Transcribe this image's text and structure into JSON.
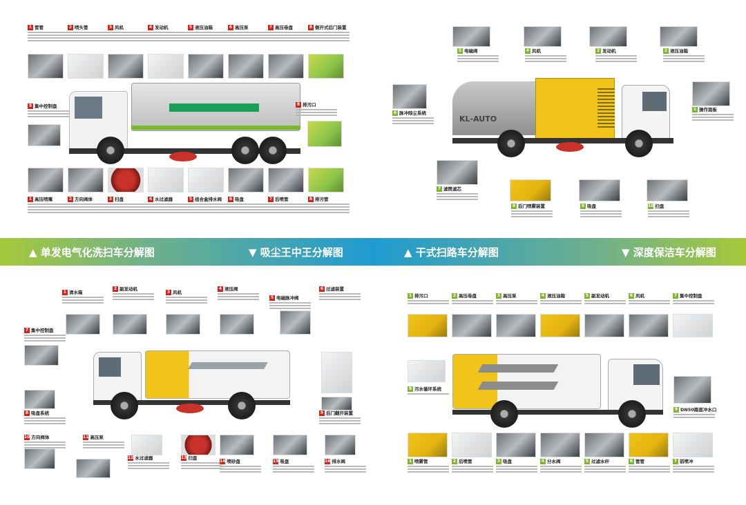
{
  "banner": {
    "items": [
      {
        "arrow": "▲",
        "label": "单发电气化洗扫车分解图"
      },
      {
        "arrow": "▼",
        "label": "吸尘王中王分解图"
      },
      {
        "arrow": "▲",
        "label": "干式扫路车分解图"
      },
      {
        "arrow": "▼",
        "label": "深度保洁车分解图"
      }
    ]
  },
  "colors": {
    "accent_red": "#d3241c",
    "accent_green": "#7cb82f",
    "banner_blue": "#1f9bd1",
    "banner_green": "#a6c93a"
  },
  "washer_sweeper": {
    "top_cards": [
      {
        "n": "1",
        "title": "管管"
      },
      {
        "n": "2",
        "title": "喷头管"
      },
      {
        "n": "3",
        "title": "风机"
      },
      {
        "n": "4",
        "title": "发动机"
      },
      {
        "n": "5",
        "title": "液压油箱"
      },
      {
        "n": "6",
        "title": "高压泵"
      },
      {
        "n": "7",
        "title": "高压卷盘"
      },
      {
        "n": "8",
        "title": "侧开式后门装置"
      }
    ],
    "side_cards": [
      {
        "n": "9",
        "title": "集中控制盘"
      },
      {
        "n": "8",
        "title": "排污口"
      }
    ],
    "bottom_cards": [
      {
        "n": "1",
        "title": "高压喷嘴"
      },
      {
        "n": "2",
        "title": "方向阀体"
      },
      {
        "n": "3",
        "title": "扫盘"
      },
      {
        "n": "4",
        "title": "水过滤器"
      },
      {
        "n": "5",
        "title": "组合盒排水阀"
      },
      {
        "n": "6",
        "title": "吸盘"
      },
      {
        "n": "7",
        "title": "后喷管"
      },
      {
        "n": "8",
        "title": "排污管"
      }
    ]
  },
  "dry_sweeper": {
    "cards": [
      {
        "n": "5",
        "title": "电磁阀"
      },
      {
        "n": "4",
        "title": "风机"
      },
      {
        "n": "3",
        "title": "发动机"
      },
      {
        "n": "2",
        "title": "液压油箱"
      },
      {
        "n": "6",
        "title": "脉冲除尘系统"
      },
      {
        "n": "1",
        "title": "操作面板"
      },
      {
        "n": "7",
        "title": "滤筒滤芯"
      },
      {
        "n": "8",
        "title": "后门喷雾装置"
      },
      {
        "n": "9",
        "title": "吸盘"
      },
      {
        "n": "10",
        "title": "扫盘"
      }
    ],
    "truck_brand": "KL-AUTO"
  },
  "dust_vacuum": {
    "cards": [
      {
        "n": "1",
        "title": "清水箱"
      },
      {
        "n": "2",
        "title": "副发动机"
      },
      {
        "n": "3",
        "title": "风机"
      },
      {
        "n": "4",
        "title": "液压阀"
      },
      {
        "n": "5",
        "title": "电磁脉冲阀"
      },
      {
        "n": "6",
        "title": "过滤装置"
      },
      {
        "n": "7",
        "title": "集中控制盘"
      },
      {
        "n": "8",
        "title": "吸盘系统"
      },
      {
        "n": "9",
        "title": "后门翻开装置"
      },
      {
        "n": "10",
        "title": "方向阀体"
      },
      {
        "n": "11",
        "title": "高压泵"
      },
      {
        "n": "12",
        "title": "水过滤器"
      },
      {
        "n": "13",
        "title": "扫盘"
      },
      {
        "n": "14",
        "title": "喷砂盘"
      },
      {
        "n": "15",
        "title": "吸盘"
      },
      {
        "n": "16",
        "title": "排水阀"
      }
    ]
  },
  "deep_cleaner": {
    "top_cards": [
      {
        "n": "1",
        "title": "排污口"
      },
      {
        "n": "2",
        "title": "高压卷盘"
      },
      {
        "n": "3",
        "title": "高压泵"
      },
      {
        "n": "4",
        "title": "液压油箱"
      },
      {
        "n": "5",
        "title": "副发动机"
      },
      {
        "n": "6",
        "title": "风机"
      },
      {
        "n": "7",
        "title": "集中控制盘"
      }
    ],
    "side_cards": [
      {
        "n": "8",
        "title": "污水循环系统"
      },
      {
        "n": "9",
        "title": "DN50路面冲水口"
      }
    ],
    "bottom_cards": [
      {
        "n": "1",
        "title": "喷雾管"
      },
      {
        "n": "2",
        "title": "后喷管"
      },
      {
        "n": "3",
        "title": "吸盘"
      },
      {
        "n": "4",
        "title": "分水阀"
      },
      {
        "n": "5",
        "title": "过滤水杆"
      },
      {
        "n": "6",
        "title": "管管"
      },
      {
        "n": "7",
        "title": "前喷冲"
      }
    ]
  }
}
